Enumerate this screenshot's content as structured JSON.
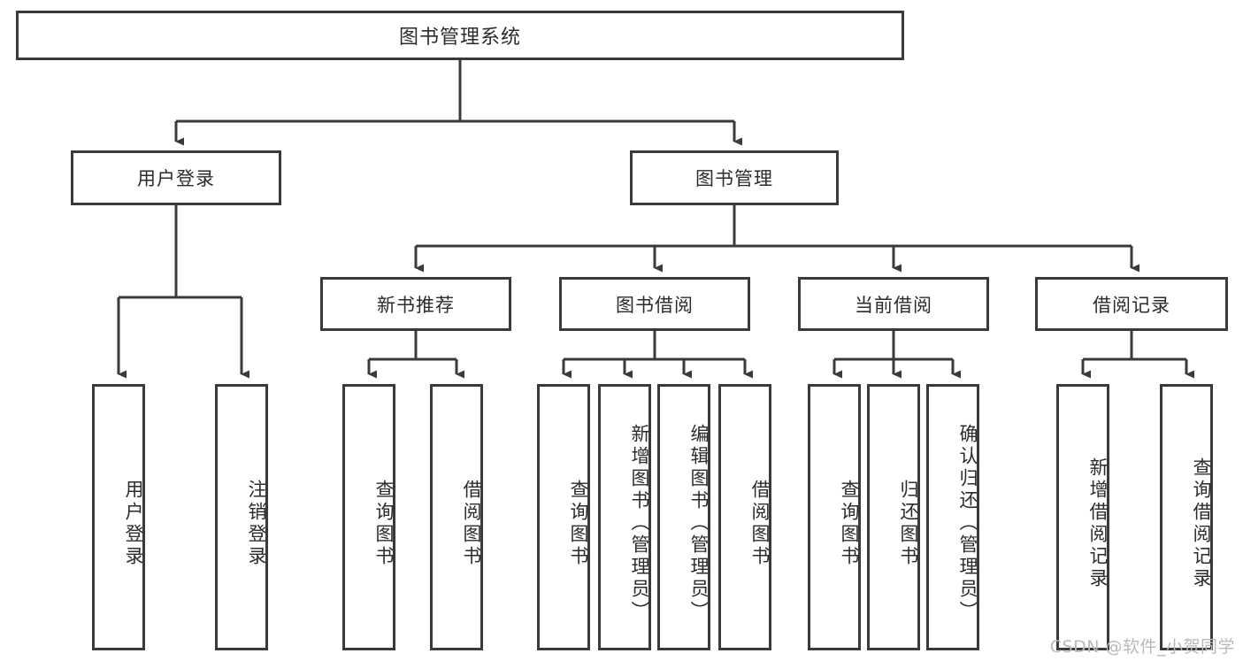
{
  "diagram": {
    "title": "图书管理系统",
    "type": "tree",
    "root": {
      "label": "图书管理系统"
    },
    "level2": [
      {
        "label": "用户登录"
      },
      {
        "label": "图书管理"
      }
    ],
    "level3": [
      {
        "label": "新书推荐"
      },
      {
        "label": "图书借阅"
      },
      {
        "label": "当前借阅"
      },
      {
        "label": "借阅记录"
      }
    ],
    "leaves_user_login": [
      {
        "label": "用户登录"
      },
      {
        "label": "注销登录"
      }
    ],
    "leaves_new_book": [
      {
        "label": "查询图书"
      },
      {
        "label": "借阅图书"
      }
    ],
    "leaves_borrow": [
      {
        "label": "查询图书"
      },
      {
        "label": "新增图书（管理员）"
      },
      {
        "label": "编辑图书（管理员）"
      },
      {
        "label": "借阅图书"
      }
    ],
    "leaves_current": [
      {
        "label": "查询图书"
      },
      {
        "label": "归还图书"
      },
      {
        "label": "确认归还（管理员）"
      }
    ],
    "leaves_records": [
      {
        "label": "新增借阅记录"
      },
      {
        "label": "查询借阅记录"
      }
    ],
    "colors": {
      "stroke": "#3a3a3a",
      "text": "#2b2b2b",
      "background": "#ffffff",
      "watermark": "#b9b9b9"
    }
  },
  "watermark": {
    "text": "CSDN @软件_小贺同学"
  }
}
